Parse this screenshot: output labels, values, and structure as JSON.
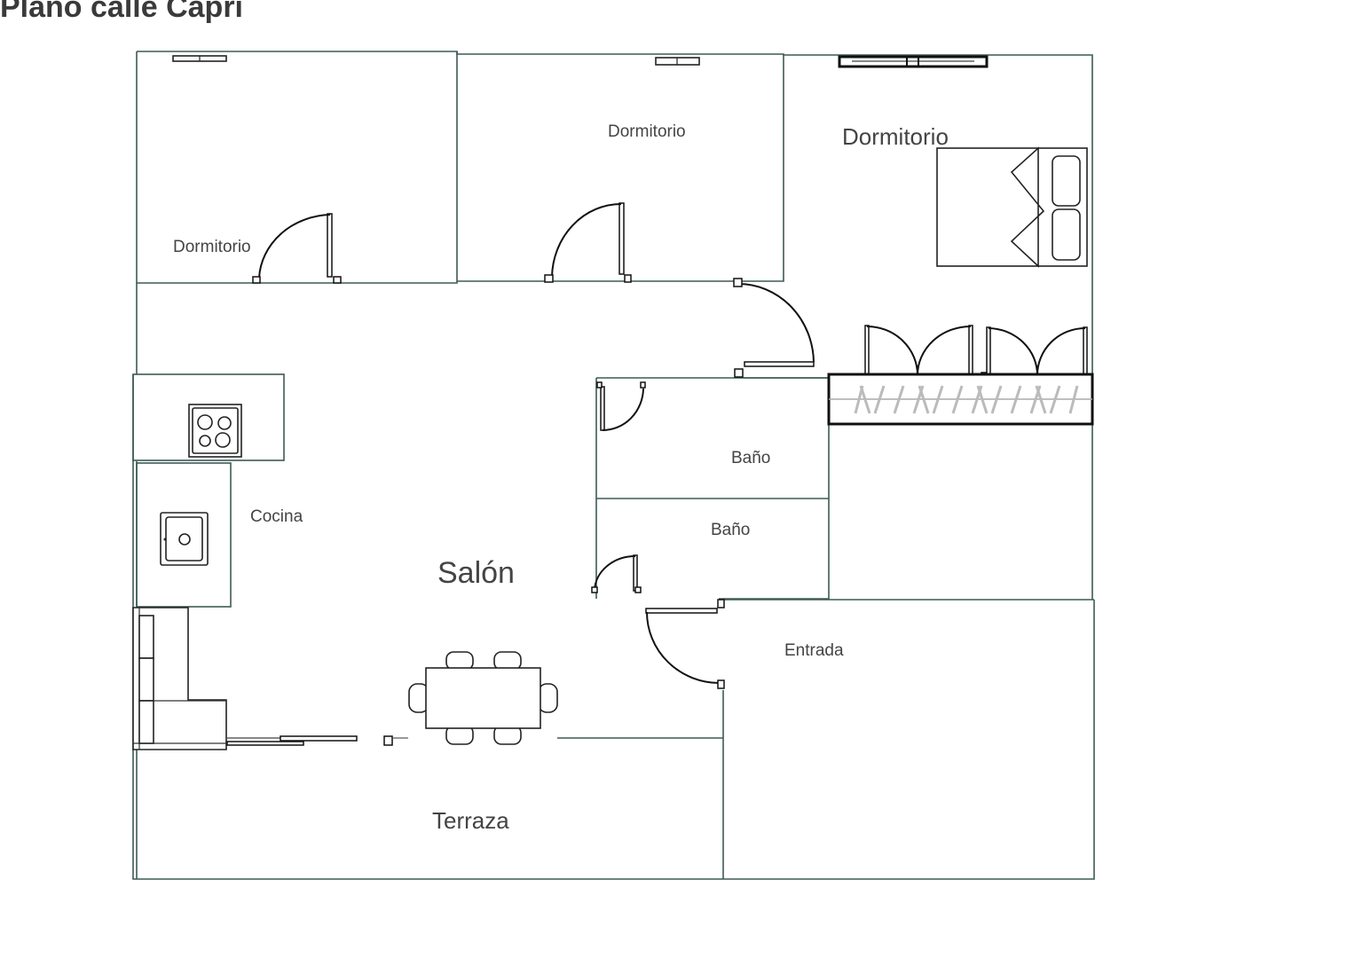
{
  "title": "Plano calle Capri",
  "rooms": {
    "dormitorio_1": "Dormitorio",
    "dormitorio_2": "Dormitorio",
    "dormitorio_3": "Dormitorio",
    "cocina": "Cocina",
    "salon": "Salón",
    "bano_1": "Baño",
    "bano_2": "Baño",
    "entrada": "Entrada",
    "terraza": "Terraza"
  }
}
